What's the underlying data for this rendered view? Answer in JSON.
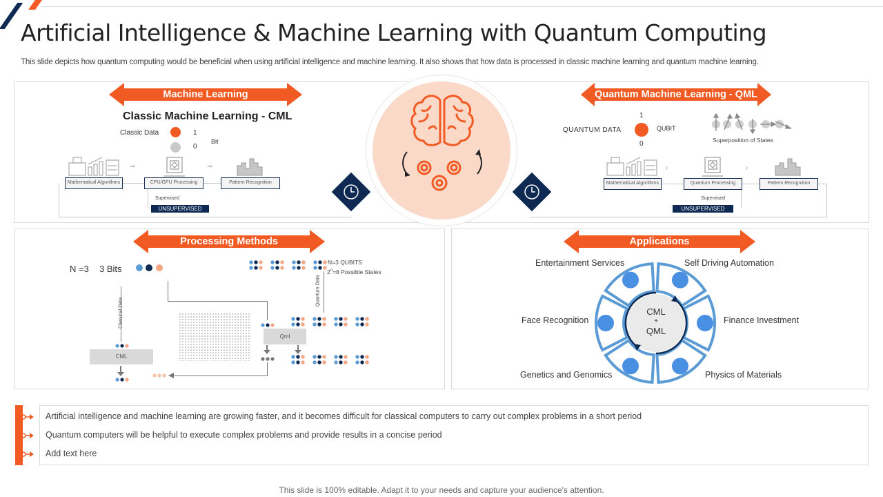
{
  "header": {
    "title": "Artificial Intelligence & Machine Learning with Quantum Computing",
    "subtitle": "This slide depicts how quantum computing would be beneficial when using artificial intelligence and machine learning. It also shows that how data is processed in classic machine learning and quantum machine learning."
  },
  "colors": {
    "accent": "#f15a22",
    "navy": "#0e2a52",
    "blue": "#4a90e2",
    "peach": "#fbd9c9",
    "light_blue": "#5b9bd5",
    "salmon": "#f4a582"
  },
  "ml_panel": {
    "banner": "Machine Learning",
    "heading": "Classic Machine Learning - CML",
    "classic_data_label": "Classic Data",
    "bit_one": "1",
    "bit_zero": "0",
    "bit_label": "Bit",
    "steps": [
      "Mathematical Algorithms",
      "CPU/GPU Processing",
      "Pattern Recognition"
    ],
    "supervised": "Supervised",
    "unsupervised": "UNSUPERVISED"
  },
  "qml_panel": {
    "banner": "Quantum Machine Learning - QML",
    "quantum_data_label": "QUANTUM  DATA",
    "qubit_one": "1",
    "qubit_zero": "0",
    "qubit_label": "QUBIT",
    "superposition_label": "Superposition of States",
    "steps": [
      "Mathematical Algorithms",
      "Quantum Processing",
      "Pattern Recognition"
    ],
    "supervised": "Supervised",
    "unsupervised": "UNSUPERVISED"
  },
  "processing": {
    "banner": "Processing Methods",
    "n_label": "N =3",
    "bits_label": "3 Bits",
    "classical_data_label": "Classical Data",
    "quantum_data_label": "Quantum  Data",
    "qubits_label": "N=3 QUBITS",
    "states_label": "=8 Possible States",
    "states_base": "2",
    "states_exp": "n",
    "cml_box": "CML",
    "qml_box": "Qml"
  },
  "applications": {
    "banner": "Applications",
    "center_top": "CML",
    "center_plus": "+",
    "center_bottom": "QML",
    "items": [
      "Entertainment Services",
      "Self Driving Automation",
      "Face Recognition",
      "Finance Investment",
      "Genetics and Genomics",
      "Physics of Materials"
    ]
  },
  "bullets": [
    "Artificial intelligence and machine learning are growing faster, and it becomes difficult for classical computers to carry out complex problems in a short period",
    "Quantum computers will be helpful to execute complex problems and provide  results in a concise period",
    "Add text here"
  ],
  "footer": "This slide is 100% editable. Adapt it to your needs and capture your audience's attention."
}
